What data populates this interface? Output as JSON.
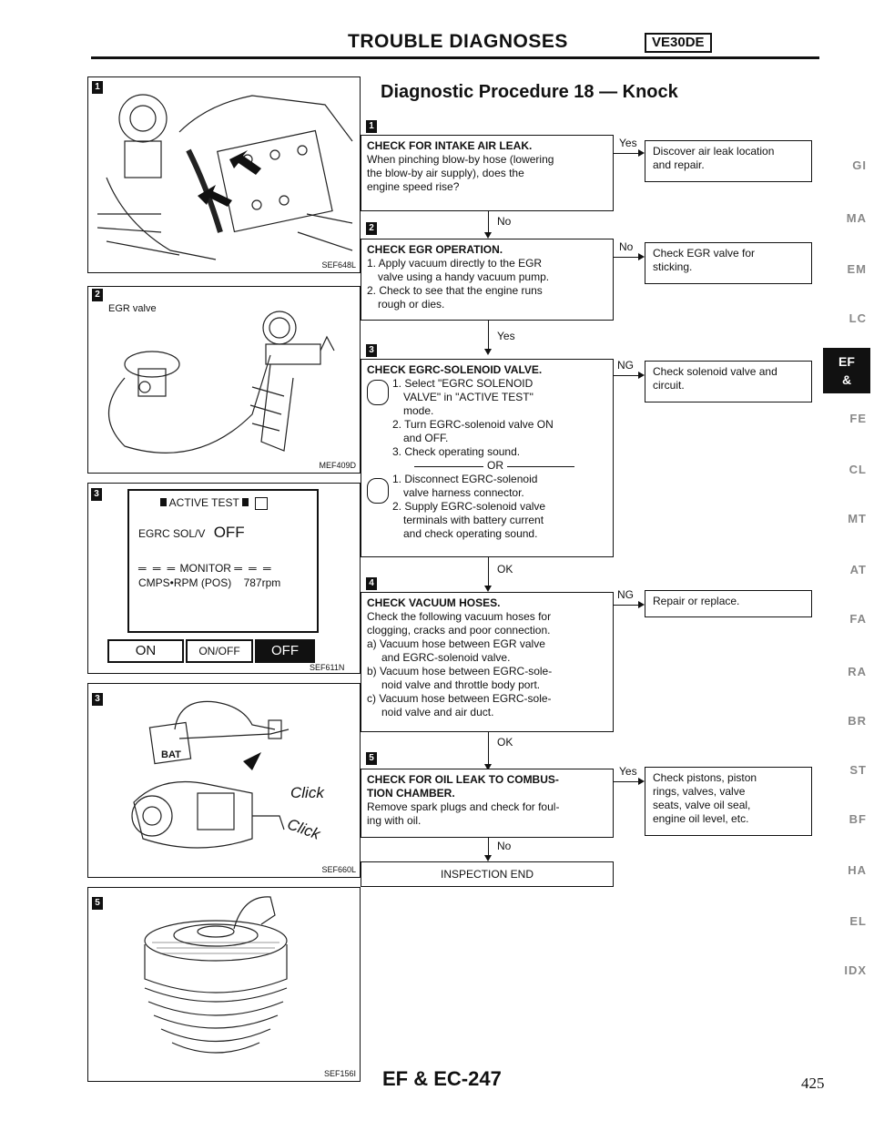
{
  "header": {
    "title": "TROUBLE DIAGNOSES",
    "badge": "VE30DE"
  },
  "procedure_title": "Diagnostic Procedure 18 — Knock",
  "figures": {
    "f1": {
      "num": "1",
      "code": "SEF648L"
    },
    "f2": {
      "num": "2",
      "label": "EGR valve",
      "code": "MEF409D"
    },
    "f3a": {
      "num": "3",
      "code": "SEF611N",
      "active_test": "ACTIVE TEST",
      "egrc_label": "EGRC SOL/V",
      "egrc_value": "OFF",
      "monitor": "MONITOR",
      "cmps_label": "CMPS•RPM (POS)",
      "cmps_value": "787rpm",
      "btn_on": "ON",
      "btn_onoff": "ON/OFF",
      "btn_off": "OFF"
    },
    "f3b": {
      "num": "3",
      "code": "SEF660L",
      "bat": "BAT",
      "click1": "Click",
      "click2": "Click"
    },
    "f5": {
      "num": "5",
      "code": "SEF156I"
    }
  },
  "steps": {
    "s1": {
      "num": "1",
      "title": "CHECK FOR INTAKE AIR LEAK.",
      "lines": [
        "When pinching blow-by hose (lowering",
        "the blow-by air supply), does the",
        "engine speed rise?"
      ],
      "branch": "Yes",
      "result": [
        "Discover air leak location",
        "and repair."
      ],
      "next": "No"
    },
    "s2": {
      "num": "2",
      "title": "CHECK EGR OPERATION.",
      "lines": [
        "1. Apply vacuum directly to the EGR",
        "valve using a handy vacuum pump.",
        "2. Check to see that the engine runs",
        "rough or dies."
      ],
      "branch": "No",
      "result": [
        "Check EGR valve for",
        "sticking."
      ],
      "next": "Yes"
    },
    "s3": {
      "num": "3",
      "title": "CHECK EGRC-SOLENOID VALVE.",
      "lines_a": [
        "1. Select \"EGRC SOLENOID",
        "VALVE\" in \"ACTIVE TEST\"",
        "mode.",
        "2. Turn EGRC-solenoid valve ON",
        "and OFF.",
        "3. Check operating sound."
      ],
      "or": "OR",
      "lines_b": [
        "1. Disconnect EGRC-solenoid",
        "valve harness connector.",
        "2. Supply EGRC-solenoid valve",
        "terminals with battery current",
        "and check operating sound."
      ],
      "branch": "NG",
      "result": [
        "Check solenoid valve and",
        "circuit."
      ],
      "next": "OK"
    },
    "s4": {
      "num": "4",
      "title": "CHECK VACUUM HOSES.",
      "lines": [
        "Check the following vacuum hoses for",
        "clogging, cracks and poor connection.",
        "a) Vacuum hose between EGR valve",
        "and EGRC-solenoid valve.",
        "b) Vacuum hose between EGRC-sole-",
        "noid valve and throttle body port.",
        "c) Vacuum hose between EGRC-sole-",
        "noid valve and air duct."
      ],
      "branch": "NG",
      "result": [
        "Repair or replace."
      ],
      "next": "OK"
    },
    "s5": {
      "num": "5",
      "title_lines": [
        "CHECK FOR OIL LEAK TO COMBUS-",
        "TION CHAMBER."
      ],
      "lines": [
        "Remove spark plugs and check for foul-",
        "ing with oil."
      ],
      "branch": "Yes",
      "result": [
        "Check pistons, piston",
        "rings, valves, valve",
        "seats, valve oil seal,",
        "engine oil level, etc."
      ],
      "next": "No"
    },
    "end": "INSPECTION END"
  },
  "side_tabs": [
    "GI",
    "MA",
    "EM",
    "LC",
    "EF & EC",
    "FE",
    "CL",
    "MT",
    "AT",
    "FA",
    "RA",
    "BR",
    "ST",
    "BF",
    "HA",
    "EL",
    "IDX"
  ],
  "footer": {
    "section": "EF & EC-247",
    "page": "425"
  }
}
